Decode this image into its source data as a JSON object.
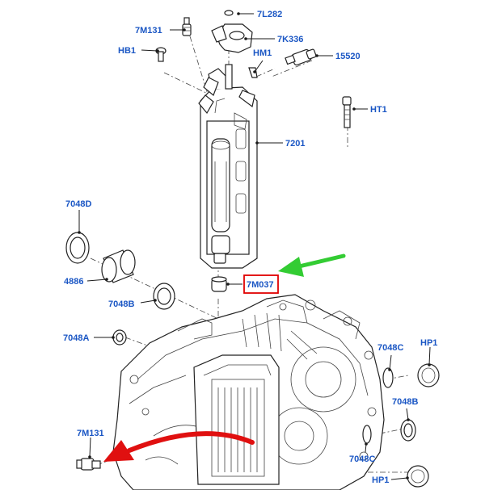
{
  "diagram": {
    "callouts": {
      "c_7L282": "7L282",
      "c_7M131_top": "7M131",
      "c_7K336": "7K336",
      "c_HB1": "HB1",
      "c_HM1": "HM1",
      "c_15520": "15520",
      "c_HT1": "HT1",
      "c_7201": "7201",
      "c_7048D": "7048D",
      "c_4886": "4886",
      "c_7M037": "7M037",
      "c_7048B_left": "7048B",
      "c_7048A": "7048A",
      "c_7048C_upper": "7048C",
      "c_HP1_upper": "HP1",
      "c_7048B_right": "7048B",
      "c_7M131_bottom": "7M131",
      "c_7048C_lower": "7048C",
      "c_HP1_lower": "HP1"
    },
    "colors": {
      "callout_text": "#1a56c4",
      "highlight_box": "#e00000",
      "green_arrow": "#33cc33",
      "red_arrow": "#e01010"
    }
  }
}
